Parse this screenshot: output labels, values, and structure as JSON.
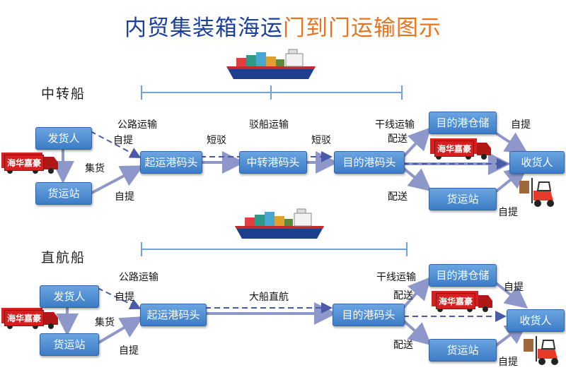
{
  "title": {
    "part1": "内贸集装箱海运",
    "part2": "门到门运输图示"
  },
  "transshipment": {
    "section_label": "中转船",
    "nodes": {
      "shipper": "发货人",
      "freight_station": "货运站",
      "origin_port": "起运港码头",
      "transit_port": "中转港码头",
      "dest_port": "目的港码头",
      "dest_warehouse": "目的港仓储",
      "dest_freight_station": "货运站",
      "consignee": "收货人"
    },
    "labels": {
      "road": "公路运输",
      "self_pickup_1": "自提",
      "consolidation": "集货",
      "self_pickup_2": "自提",
      "barge": "驳船运输",
      "short_haul_1": "短驳",
      "short_haul_2": "短驳",
      "trunk": "干线运输",
      "delivery_1": "配送",
      "delivery_2": "配送",
      "self_pickup_3": "自提",
      "self_pickup_4": "自提"
    }
  },
  "direct": {
    "section_label": "直航船",
    "nodes": {
      "shipper": "发货人",
      "freight_station": "货运站",
      "origin_port": "起运港码头",
      "dest_port": "目的港码头",
      "dest_warehouse": "目的港仓储",
      "dest_freight_station": "货运站",
      "consignee": "收货人"
    },
    "labels": {
      "road": "公路运输",
      "self_pickup_1": "自提",
      "consolidation": "集货",
      "self_pickup_2": "自提",
      "direct_voyage": "大船直航",
      "trunk": "干线运输",
      "delivery_1": "配送",
      "delivery_2": "配送",
      "self_pickup_3": "自提",
      "self_pickup_4": "自提"
    }
  },
  "truck_sign": "海华嘉豪",
  "colors": {
    "title_blue": "#1a3f9e",
    "title_orange": "#e8741e",
    "box_blue": "#4f8fd4",
    "arrow": "#8d97c9",
    "truck_red": "#d32020"
  }
}
